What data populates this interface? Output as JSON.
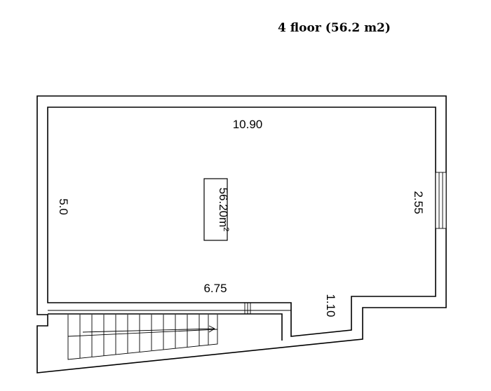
{
  "title": "4 floor (56.2 m2)",
  "plan": {
    "area_label": "56.20m",
    "area_superscript": "2",
    "dimensions": {
      "top": "10.90",
      "left": "5.0",
      "right": "2.55",
      "bottom": "6.75",
      "step": "1.10"
    }
  }
}
